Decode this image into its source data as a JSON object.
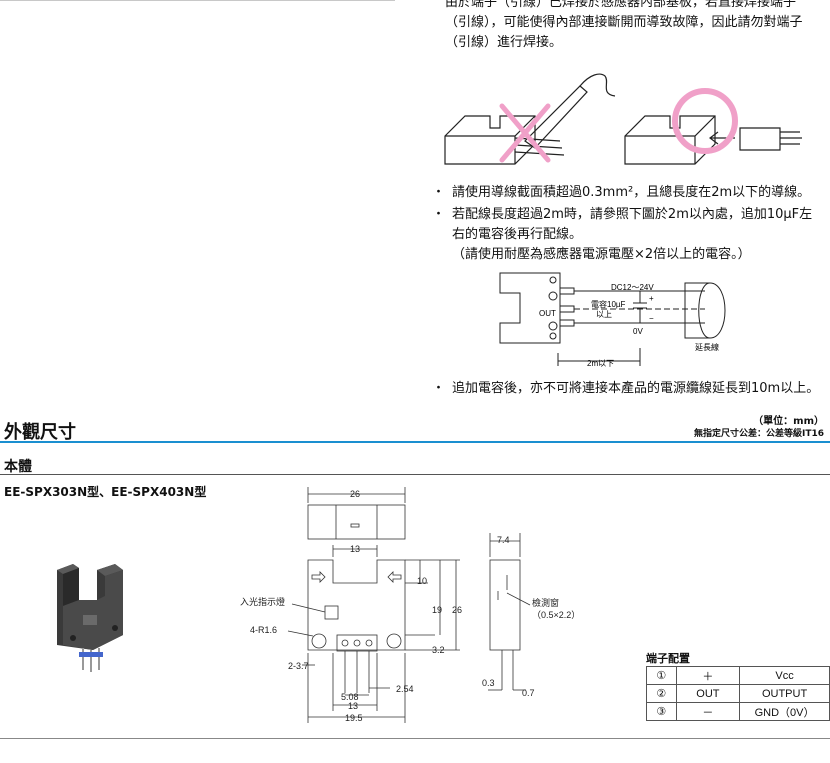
{
  "wiring": {
    "intro": [
      "由於端子（引線）已焊接於感應器內部基板，若直接焊接端子",
      "（引線），可能使得內部連接斷開而導致故障，因此請勿對端子",
      "（引線）進行焊接。"
    ],
    "bullet_marker": "・",
    "bullets": [
      "請使用導線截面積超過0.3mm²，且總長度在2m以下的導線。",
      "若配線長度超過2m時，請參照下圖於2m以內處，追加10µF左",
      "右的電容後再行配線。",
      "（請使用耐壓為感應器電源電壓×2倍以上的電容。）"
    ],
    "final_bullet": "追加電容後，亦不可將連接本產品的電源纜線延長到10m以上。",
    "circuit": {
      "voltage": "DC12～24V",
      "cap_line1": "電容10µF",
      "cap_line2": "以上",
      "out": "OUT",
      "zero_v": "0V",
      "extension": "延長線",
      "distance": "2m以下",
      "plus": "+",
      "minus": "−"
    }
  },
  "section": {
    "title": "外觀尺寸",
    "unit_note": "（單位：mm）",
    "tolerance_note": "無指定尺寸公差：公差等級IT16"
  },
  "body": {
    "heading": "本體",
    "models": "EE-SPX303N型、EE-SPX403N型"
  },
  "dims": {
    "d26_top": "26",
    "d13_top": "13",
    "d10": "10",
    "d19": "19",
    "d26_side": "26",
    "d3_2": "3.2",
    "incident_label": "入光指示燈",
    "r_label": "4-R1.6",
    "d2_3_7": "2-3.7",
    "d5_08": "5.08",
    "d13_bottom": "13",
    "d19_5": "19.5",
    "d2_54": "2.54",
    "d7_4": "7.4",
    "window_label": "檢測窗",
    "window_size": "（0.5×2.2）",
    "d0_3": "0.3",
    "d0_7": "0.7"
  },
  "terminal": {
    "title": "端子配置",
    "rows": [
      {
        "no": "①",
        "sym": "＋",
        "name": "Vcc"
      },
      {
        "no": "②",
        "sym": "OUT",
        "name": "OUTPUT"
      },
      {
        "no": "③",
        "sym": "－",
        "name": "GND（0V）"
      }
    ]
  },
  "colors": {
    "accent": "#1a8fd0",
    "no_good": "#f0a0c8"
  }
}
